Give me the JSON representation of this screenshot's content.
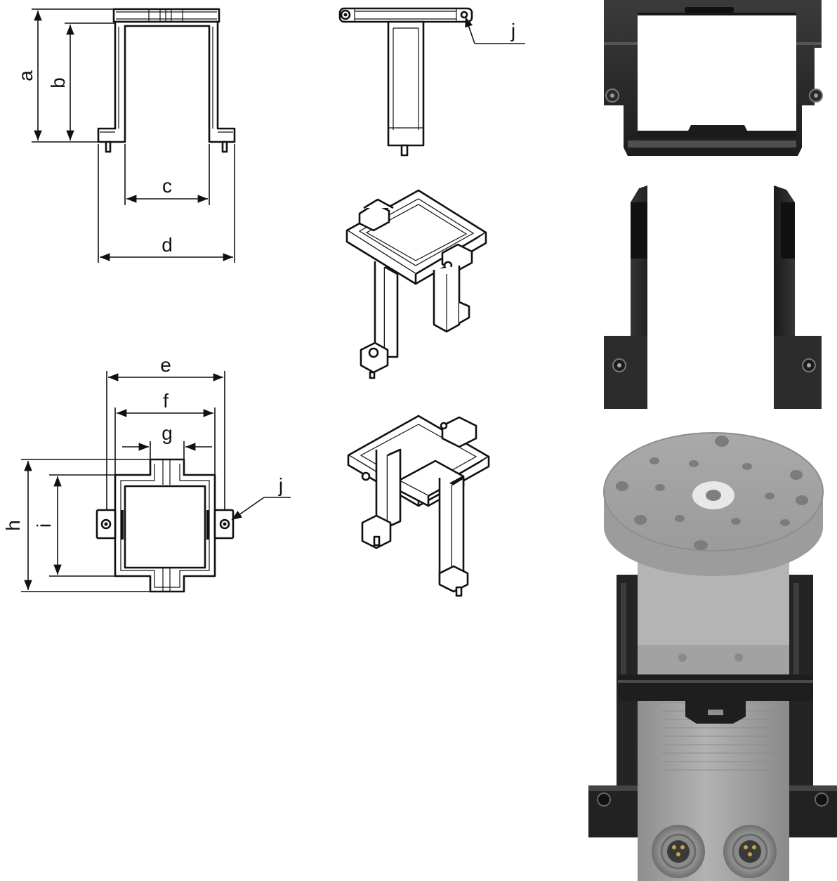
{
  "dimension_labels": {
    "a": "a",
    "b": "b",
    "c": "c",
    "d": "d",
    "e": "e",
    "f": "f",
    "g": "g",
    "h": "h",
    "i": "i",
    "j_top": "j",
    "j_plan": "j"
  },
  "colors": {
    "line": "#111111",
    "bracket_black": "#2a2a2a",
    "bracket_edge": "#4a4a4a",
    "motor_grey": "#9a9a9a",
    "motor_light": "#b9b9b9",
    "flange_grey": "#a4a4a4"
  }
}
